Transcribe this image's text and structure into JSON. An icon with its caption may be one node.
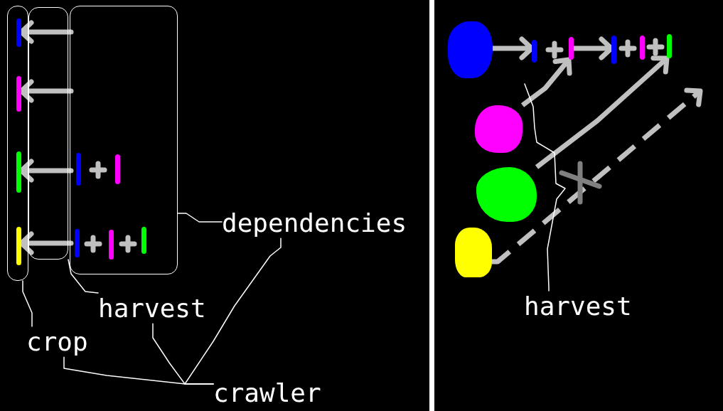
{
  "diagram": {
    "nodes": [
      {
        "text": [],
        "shape": "box"
      },
      {
        "text": [],
        "shape": "bar",
        "in": 0
      },
      {
        "text": [],
        "shape": "bar",
        "in": 0
      },
      {
        "text": [],
        "shape": "bar",
        "in": 0
      },
      {
        "text": [],
        "shape": "bar",
        "in": 0
      },
      {
        "text": [],
        "shape": "box"
      },
      {
        "text": [],
        "shape": "box"
      },
      {
        "text": [],
        "shape": "bar",
        "in": 6
      },
      {
        "text": [],
        "shape": "bar",
        "in": 6
      },
      {
        "text": [],
        "shape": "bar",
        "in": 6
      },
      {
        "text": [],
        "shape": "bar",
        "in": 6
      },
      {
        "text": [],
        "shape": "bar",
        "in": 6
      },
      {
        "text": [
          "dependencies"
        ]
      },
      {
        "text": [
          "harvest"
        ]
      },
      {
        "text": [
          "crop"
        ]
      },
      {
        "text": [
          "crawler"
        ]
      },
      {
        "text": [],
        "shape": "blob"
      },
      {
        "text": [],
        "shape": "bar"
      },
      {
        "text": [],
        "shape": "bar"
      },
      {
        "text": [],
        "shape": "bar"
      },
      {
        "text": [],
        "shape": "bar"
      },
      {
        "text": [],
        "shape": "bar"
      },
      {
        "text": [],
        "shape": "blob"
      },
      {
        "text": [],
        "shape": "blob"
      },
      {
        "text": [],
        "shape": "blob"
      },
      {
        "text": [
          "harvest"
        ]
      }
    ],
    "edges": [
      {
        "from": 5,
        "to": 1,
        "arrow": "to"
      },
      {
        "from": 5,
        "to": 2,
        "arrow": "to"
      },
      {
        "from": 5,
        "to": 3,
        "arrow": "to"
      },
      {
        "from": 5,
        "to": 4,
        "arrow": "to"
      },
      {
        "from": 12,
        "to": 6,
        "arrow": "none",
        "color": "#ffffff"
      },
      {
        "from": 13,
        "to": 5,
        "arrow": "none",
        "color": "#ffffff"
      },
      {
        "from": 14,
        "to": 0,
        "arrow": "none",
        "color": "#ffffff"
      },
      {
        "from": 15,
        "to": 14,
        "arrow": "none",
        "color": "#ffffff"
      },
      {
        "from": 15,
        "to": 13,
        "arrow": "none",
        "color": "#ffffff"
      },
      {
        "from": 15,
        "to": 12,
        "arrow": "none",
        "color": "#ffffff"
      },
      {
        "from": 16,
        "to": 17,
        "arrow": "to"
      },
      {
        "from": 18,
        "to": 19,
        "arrow": "to"
      },
      {
        "from": 22,
        "to": 18,
        "arrow": "to"
      },
      {
        "from": 23,
        "to": 21,
        "arrow": "to"
      },
      {
        "from": 24,
        "to": null,
        "arrow": "to",
        "style": "dashed"
      },
      {
        "from": 25,
        "to": null,
        "arrow": "none",
        "color": "#ffffff"
      }
    ]
  }
}
